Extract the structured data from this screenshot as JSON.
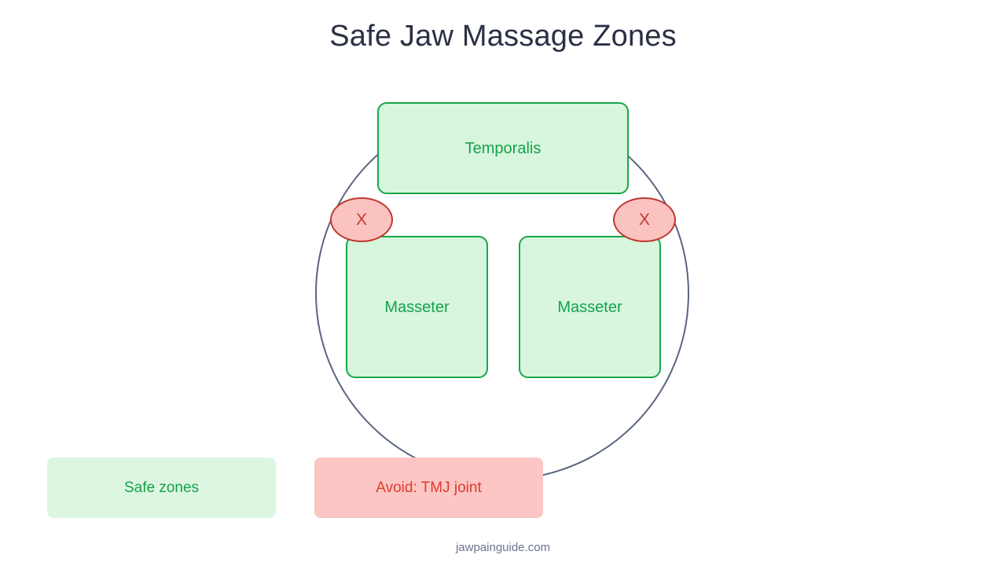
{
  "page": {
    "title": "Safe Jaw Massage Zones",
    "footer": "jawpainguide.com",
    "background_color": "#ffffff",
    "title_color": "#2b3044",
    "footer_color": "#6b748c"
  },
  "head_outline": {
    "name": "head-circle",
    "stroke_color": "#5a6580"
  },
  "zones": {
    "safe_fill": "#d8f5de",
    "safe_stroke": "#17a74a",
    "safe_text_color": "#15a34a",
    "items": [
      {
        "label": "Temporalis",
        "position": "top"
      },
      {
        "label": "Masseter",
        "position": "left"
      },
      {
        "label": "Masseter",
        "position": "right"
      }
    ]
  },
  "avoid_markers": {
    "fill": "#fbc3c0",
    "stroke": "#c0392f",
    "text_color": "#c0392f",
    "items": [
      {
        "label": "X",
        "position": "left"
      },
      {
        "label": "X",
        "position": "right"
      }
    ]
  },
  "legend": {
    "items": [
      {
        "label": "Safe zones",
        "fill": "#dcf6e2",
        "text_color": "#15a34a"
      },
      {
        "label": "Avoid: TMJ joint",
        "fill": "#fbc6c3",
        "text_color": "#e03b30"
      }
    ]
  }
}
